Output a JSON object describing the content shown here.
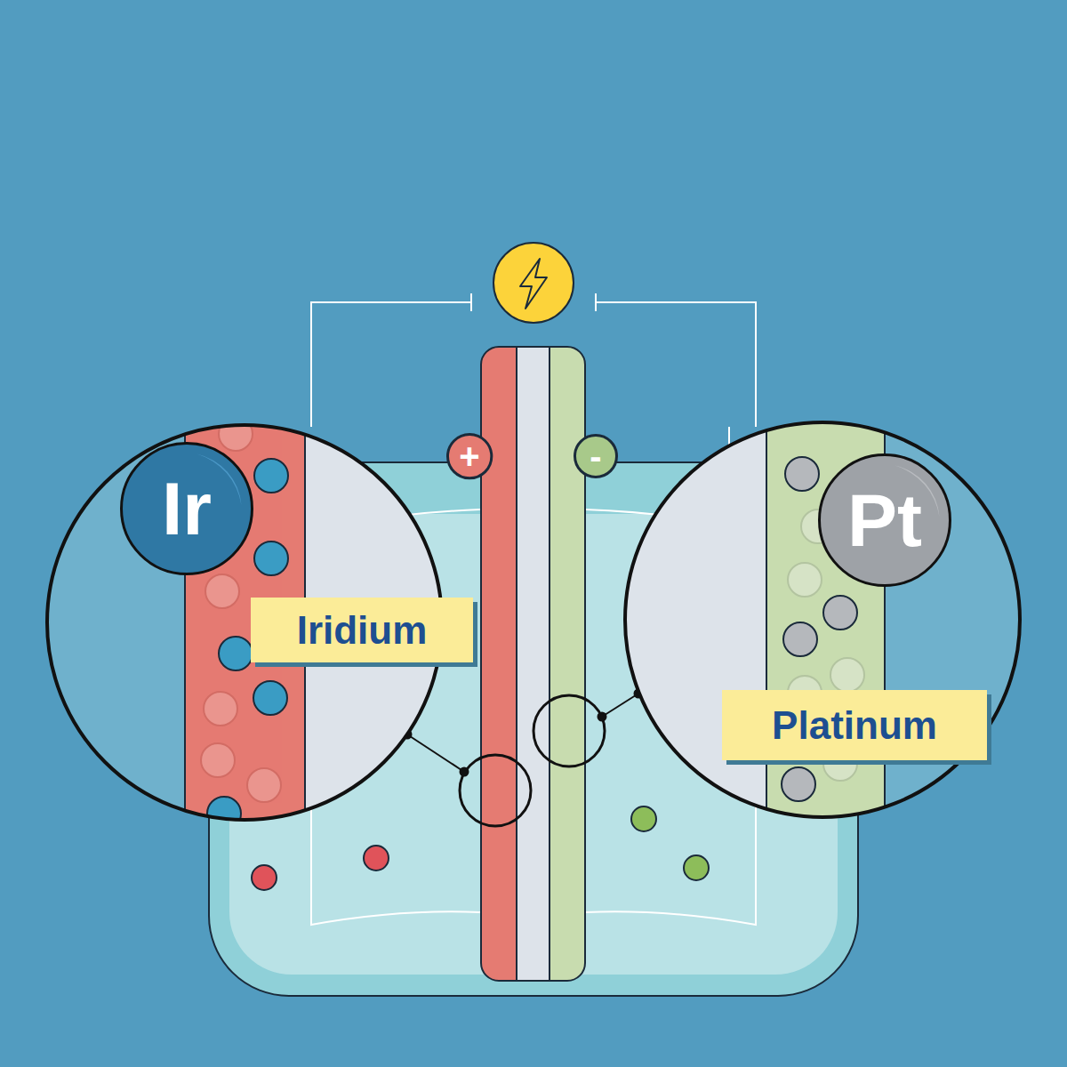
{
  "diagram": {
    "nodes": [
      {
        "text": [
          "+"
        ]
      },
      {
        "text": [
          "-"
        ]
      },
      {
        "text": [
          "Ir"
        ]
      },
      {
        "text": [
          "Pt"
        ]
      },
      {
        "text": [
          "Iridium"
        ]
      },
      {
        "text": [
          "Platinum"
        ]
      }
    ]
  }
}
